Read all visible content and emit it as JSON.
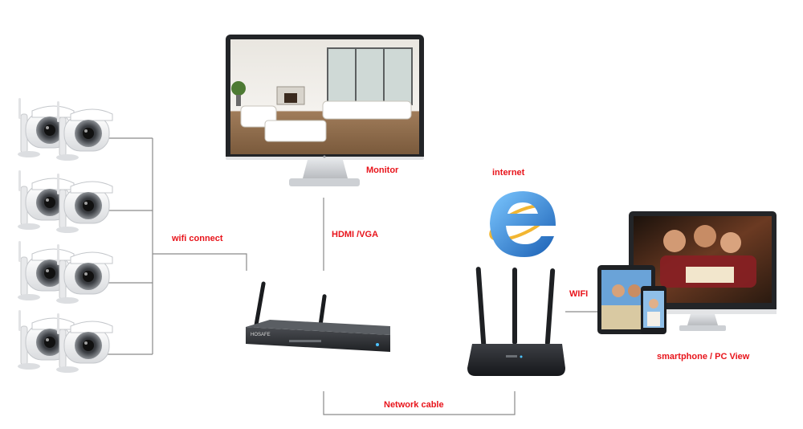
{
  "labels": {
    "wifi_connect": "wifi connect",
    "monitor": "Monitor",
    "hdmi_vga": "HDMI /VGA",
    "internet": "internet",
    "wifi": "WIFI",
    "view": "smartphone / PC View",
    "network_cable": "Network cable"
  },
  "nvr_brand": "HOSAFE",
  "colors": {
    "label_red": "#e8141b",
    "line_gray": "#8a8a8a",
    "device_dark": "#2b2d30",
    "ie_blue": "#2f7fd1"
  },
  "icons": {
    "camera": "bullet-camera-icon",
    "monitor": "monitor-icon",
    "nvr": "nvr-recorder-icon",
    "internet": "internet-explorer-icon",
    "router": "wifi-router-icon",
    "devices": "tablet-phone-pc-icon"
  }
}
